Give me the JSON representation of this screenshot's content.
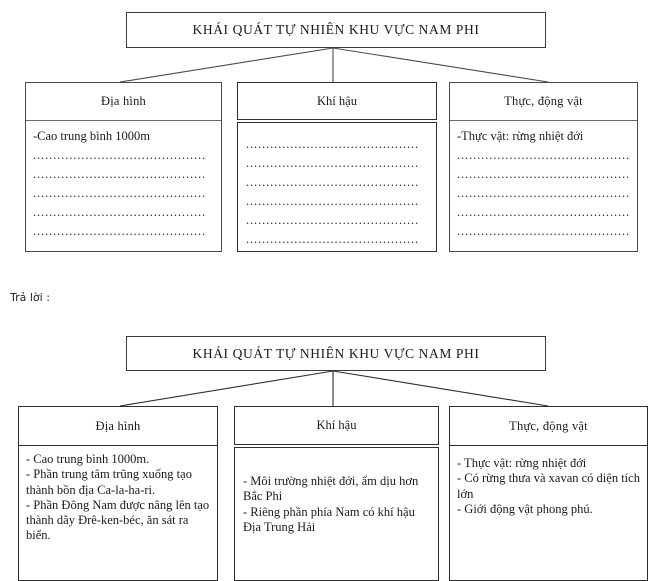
{
  "document": {
    "language": "vi",
    "worksheet_title": "KHÁI QUÁT TỰ NHIÊN KHU VỰC NAM PHI",
    "answer_label": "Trả lời :",
    "dot_leader": "...........................................",
    "dot_leader_wide": "................................................"
  },
  "diagram_blank": {
    "title": "KHÁI QUÁT TỰ NHIÊN KHU VỰC NAM PHI",
    "columns": [
      {
        "id": "dia-hinh",
        "header": "Địa hình",
        "prefilled": "-Cao trung bình 1000m",
        "blank_line_count": 5
      },
      {
        "id": "khi-hau",
        "header": "Khí hậu",
        "prefilled": "",
        "blank_line_count": 6
      },
      {
        "id": "thuc-dong-vat",
        "header": "Thực, động vật",
        "prefilled": "-Thực vật: rừng nhiệt đới",
        "blank_line_count": 5
      }
    ]
  },
  "diagram_answer": {
    "title": "KHÁI QUÁT TỰ NHIÊN KHU VỰC NAM PHI",
    "columns": [
      {
        "id": "dia-hinh",
        "header": "Địa hình",
        "items": [
          "- Cao trung bình 1000m.",
          "- Phần trung tâm trũng xuống tạo thành bồn địa Ca-la-ha-ri.",
          "- Phần Đông Nam được nâng lên tạo thành dãy Đrê-ken-béc, ăn sát ra biển."
        ]
      },
      {
        "id": "khi-hau",
        "header": "Khí hậu",
        "items": [
          "- Môi trường nhiệt đới, ẩm dịu hơn Bắc Phi",
          "- Riêng phần phía Nam có khí hậu Địa Trung Hải"
        ]
      },
      {
        "id": "thuc-dong-vat",
        "header": "Thực, động vật",
        "items": [
          "- Thực vật: rừng nhiệt đới",
          "- Có rừng thưa và xavan có diện tích lớn",
          "- Giới động vật phong phú."
        ]
      }
    ]
  },
  "colors": {
    "ink": "#1a1a1a",
    "border": "#3c3c3c",
    "page": "#ffffff"
  }
}
